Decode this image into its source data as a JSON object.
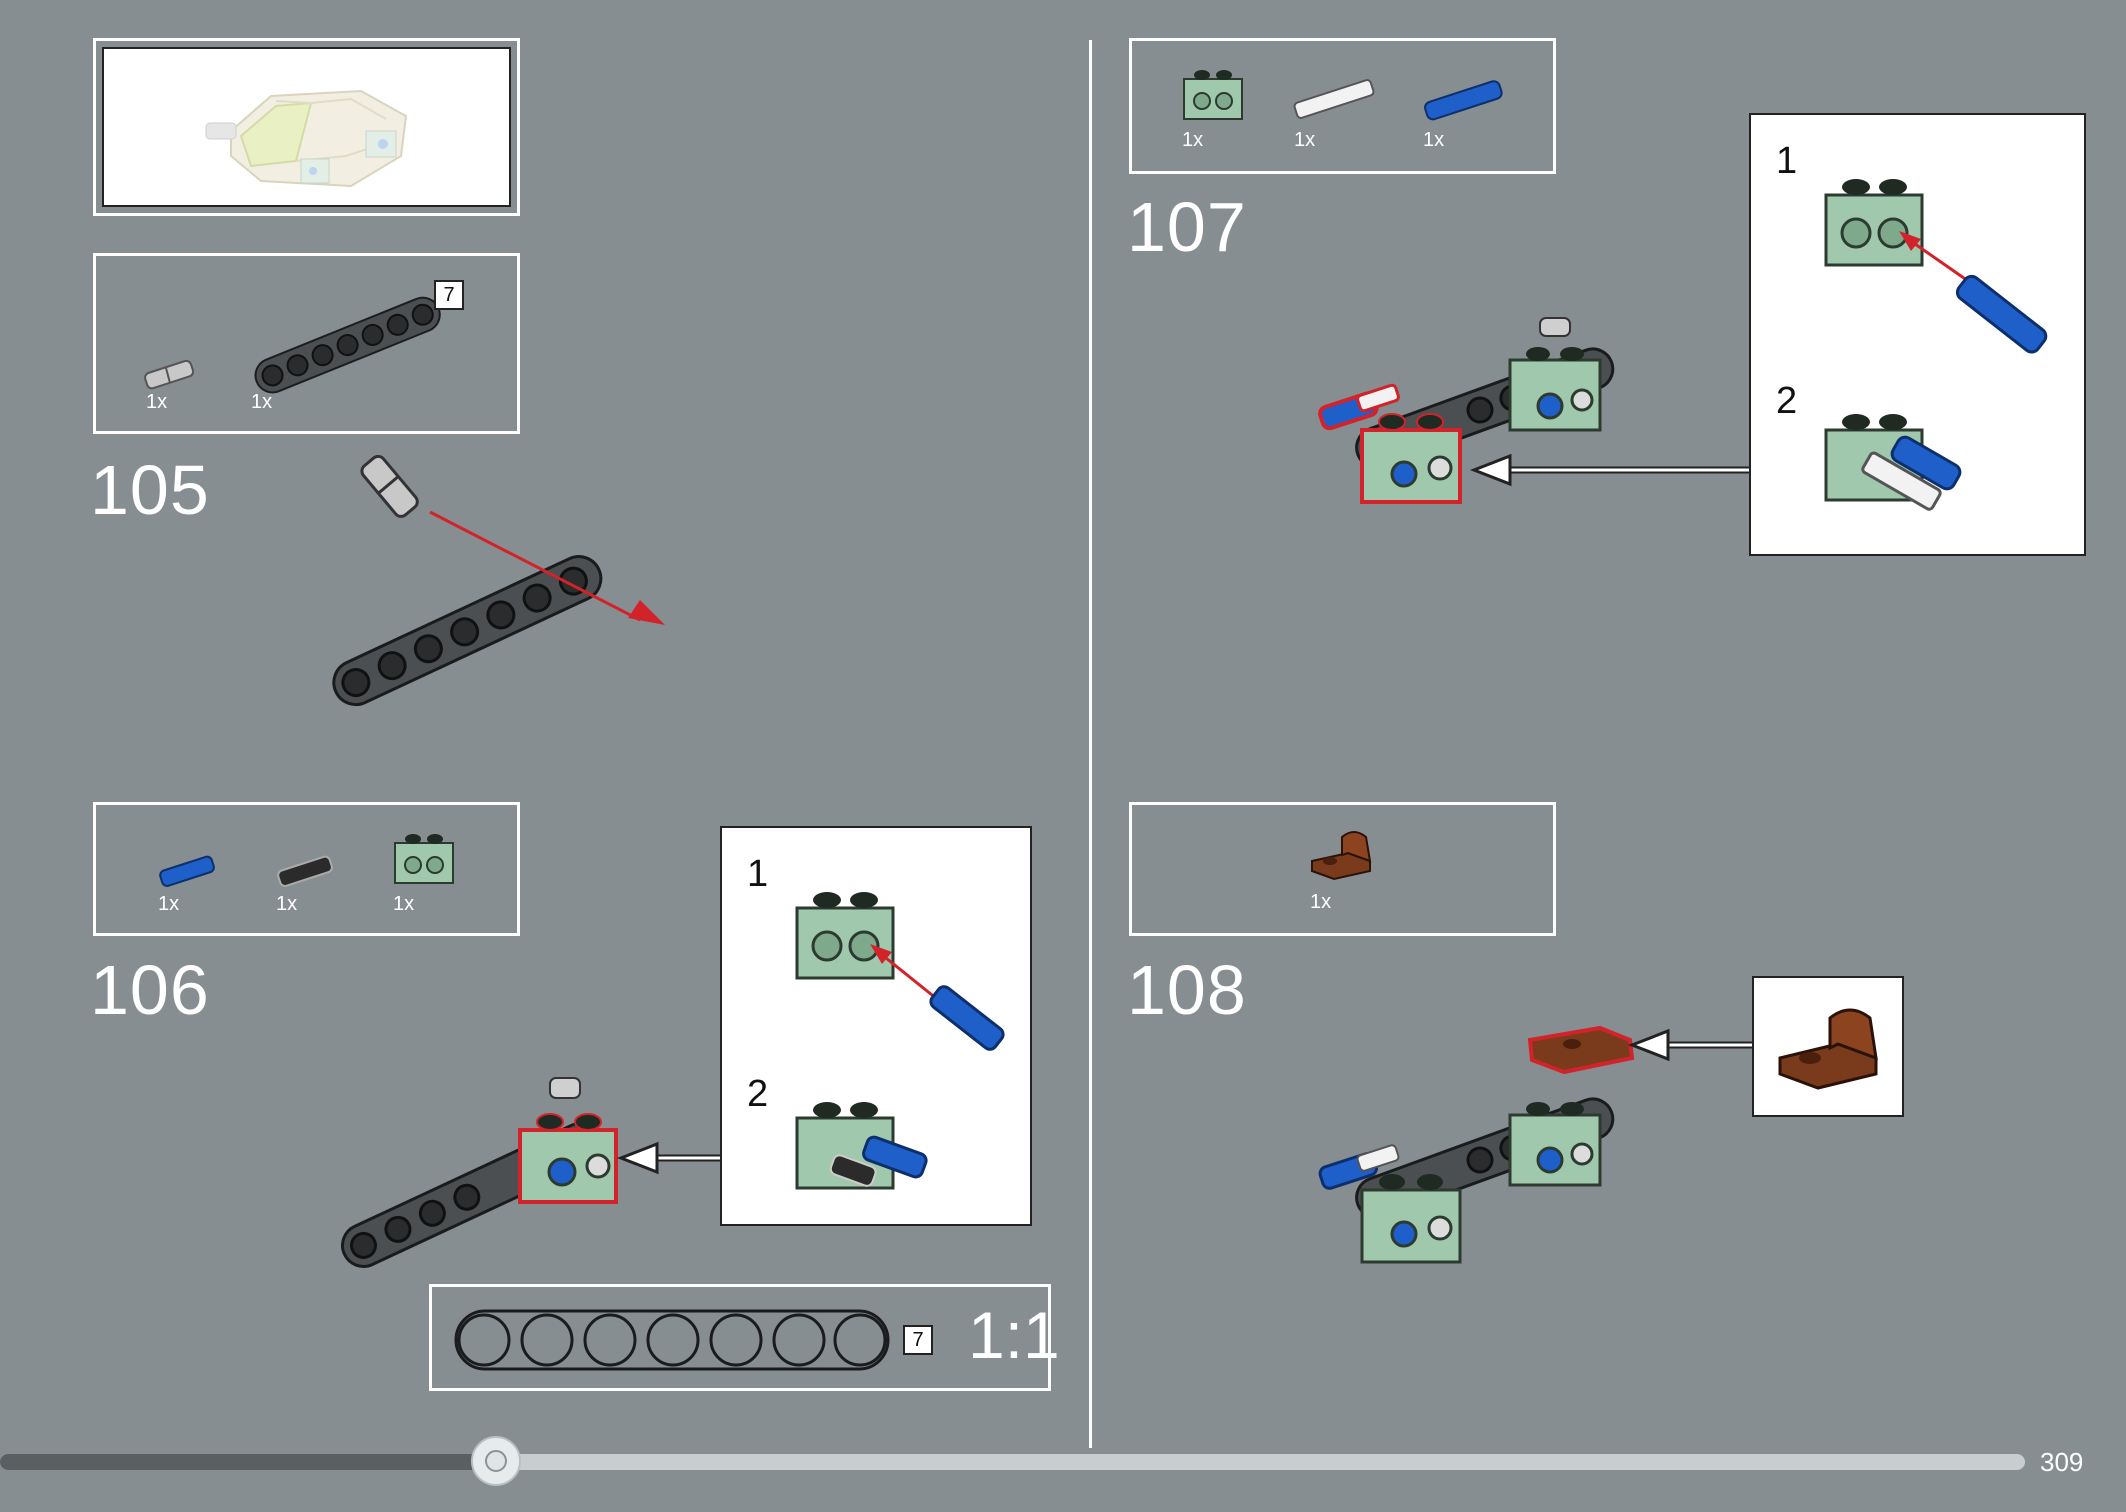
{
  "steps": {
    "s105": {
      "number": "105",
      "parts": [
        {
          "qty": "1x",
          "icon": "grey-axle-pin-icon"
        },
        {
          "qty": "1x",
          "icon": "dark-grey-beam-7-icon",
          "length": "7"
        }
      ]
    },
    "s106": {
      "number": "106",
      "parts": [
        {
          "qty": "1x",
          "icon": "blue-axle-pin-icon"
        },
        {
          "qty": "1x",
          "icon": "black-pin-icon"
        },
        {
          "qty": "1x",
          "icon": "sand-green-technic-brick-icon"
        }
      ],
      "callout": {
        "sub1": "1",
        "sub2": "2"
      }
    },
    "s107": {
      "number": "107",
      "parts": [
        {
          "qty": "1x",
          "icon": "sand-green-technic-brick-icon"
        },
        {
          "qty": "1x",
          "icon": "white-axle-icon"
        },
        {
          "qty": "1x",
          "icon": "blue-axle-pin-icon"
        }
      ],
      "callout": {
        "sub1": "1",
        "sub2": "2"
      }
    },
    "s108": {
      "number": "108",
      "parts": [
        {
          "qty": "1x",
          "icon": "reddish-brown-bracket-plate-icon"
        }
      ]
    }
  },
  "scale_check": {
    "length": "7",
    "label": "1:1"
  },
  "page_number": "309",
  "progress": {
    "fraction": 0.245
  },
  "colors": {
    "background": "#878e91",
    "sand_green": "#a0c8ac",
    "dark_grey_beam": "#4b4f51",
    "blue_pin": "#1f5fc9",
    "reddish_brown": "#7a3a1c",
    "highlight_red": "#d2232a"
  }
}
